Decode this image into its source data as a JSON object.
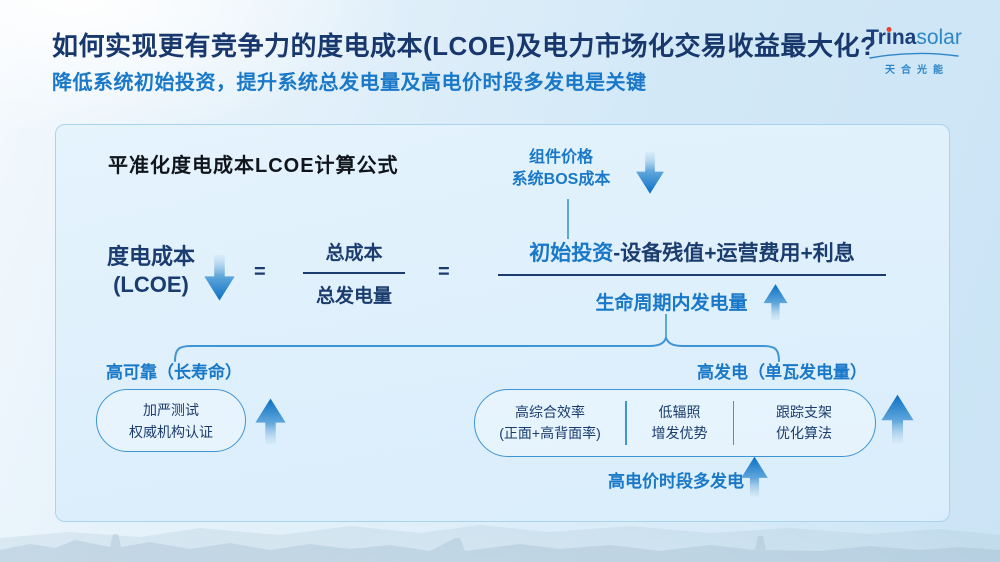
{
  "header": {
    "title": "如何实现更有竞争力的度电成本(LCOE)及电力市场化交易收益最大化?",
    "subtitle": "降低系统初始投资，提升系统总发电量及高电价时段多发电是关键",
    "logo": {
      "part1": "Tr",
      "part2": "i",
      "part3": "na",
      "part4": "solar",
      "tagline": "天合光能"
    }
  },
  "card": {
    "heading": "平准化度电成本LCOE计算公式",
    "module_cost": {
      "line1": "组件价格",
      "line2": "系统BOS成本"
    },
    "formula": {
      "lcoe_line1": "度电成本",
      "lcoe_line2": "(LCOE)",
      "equals": "=",
      "fraction1": {
        "numerator": "总成本",
        "denominator": "总发电量"
      },
      "fraction2": {
        "numerator_highlight": "初始投资",
        "numerator_rest": "-设备残值+运营费用+利息",
        "denominator": "生命周期内发电量"
      }
    },
    "branches": {
      "left_label": "高可靠（长寿命）",
      "right_label": "高发电（单瓦发电量）",
      "left_oval": {
        "line1": "加严测试",
        "line2": "权威机构认证"
      },
      "right_pill": {
        "cells": [
          {
            "line1": "高综合效率",
            "line2": "(正面+高背面率)"
          },
          {
            "line1": "低辐照",
            "line2": "增发优势"
          },
          {
            "line1": "跟踪支架",
            "line2": "优化算法"
          }
        ]
      },
      "bottom_label": "高电价时段多发电"
    }
  },
  "icons": {
    "down_arrow": "gradient-down-arrow",
    "up_arrow": "gradient-up-arrow"
  },
  "colors": {
    "title_navy": "#17376d",
    "accent_blue": "#1a78c8",
    "formula_navy": "#1b3c6e",
    "stroke_blue": "#3e95d5",
    "arrow_blue": "#0a70c4",
    "logo_red": "#e8432e",
    "card_border": "#a9d3ee"
  }
}
